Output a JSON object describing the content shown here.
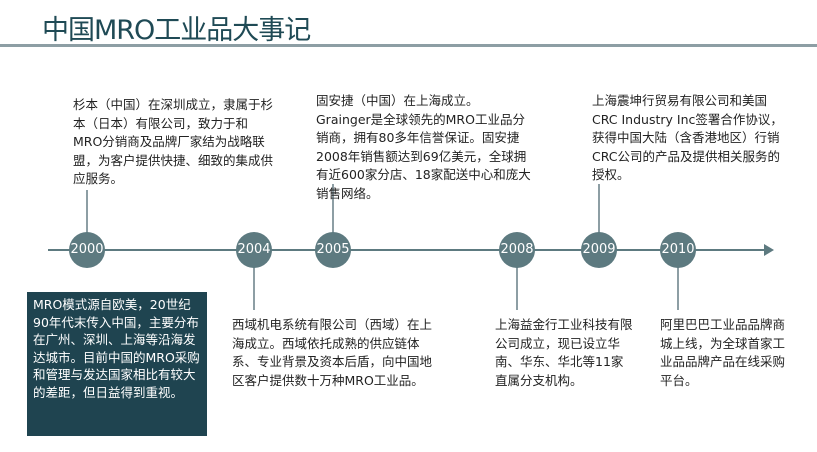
{
  "title": "中国MRO工业品大事记",
  "events": [
    {
      "year": "2000",
      "text": "杉本（中国）在深圳成立，隶属于杉本（日本）有限公司，致力于和MRO分销商及品牌厂家结为战略联盟，为客户提供快捷、细致的集成供应服务。"
    },
    {
      "year": "2004",
      "text": "西域机电系统有限公司（西域）在上海成立。西域依托成熟的供应链体系、专业背景及资本后盾，向中国地区客户提供数十万种MRO工业品。"
    },
    {
      "year": "2005",
      "text": "固安捷（中国）在上海成立。Grainger是全球领先的MRO工业品分销商，拥有80多年信誉保证。固安捷2008年销售额达到69亿美元，全球拥有近600家分店、18家配送中心和庞大销售网络。"
    },
    {
      "year": "2008",
      "text": "上海益金行工业科技有限公司成立，现已设立华南、华东、华北等11家直属分支机构。"
    },
    {
      "year": "2009",
      "text": "上海震坤行贸易有限公司和美国CRC Industry Inc签署合作协议，获得中国大陆（含香港地区）行销CRC公司的产品及提供相关服务的授权。"
    },
    {
      "year": "2010",
      "text": "阿里巴巴工业品品牌商城上线，为全球首家工业品品牌产品在线采购平台。"
    }
  ],
  "note": "MRO模式源自欧美，20世纪90年代末传入中国，主要分布在广州、深圳、上海等沿海发达城市。目前中国的MRO采购和管理与发达国家相比有较大的差距，但日益得到重视。"
}
